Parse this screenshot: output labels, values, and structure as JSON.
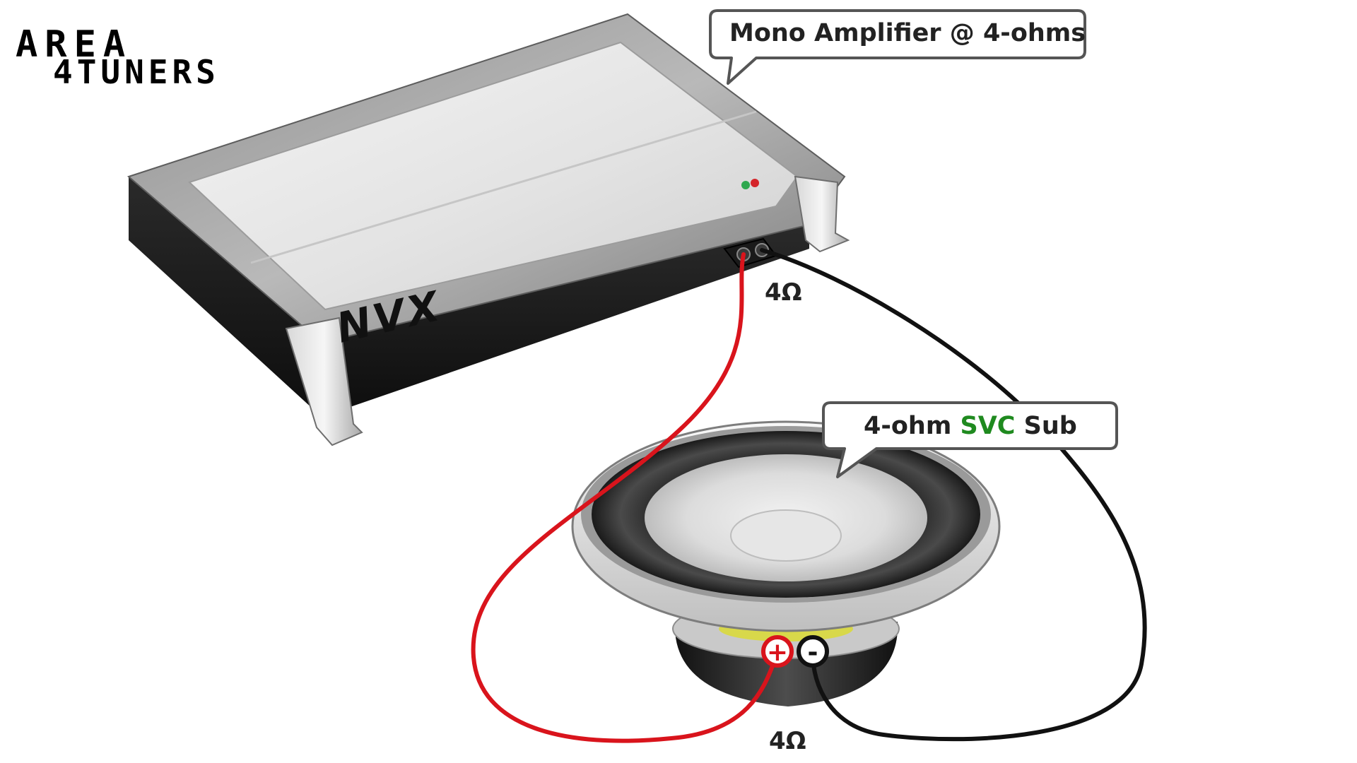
{
  "logo": {
    "line1": "AREA",
    "line2": "4TUNERS"
  },
  "amplifier": {
    "brand": "NVX",
    "callout": "Mono Amplifier @ 4-ohms",
    "impedance_label": "4Ω"
  },
  "subwoofer": {
    "callout_prefix": "4-ohm ",
    "callout_highlight": "SVC",
    "callout_suffix": " Sub",
    "impedance_label": "4Ω",
    "positive_terminal": "+",
    "negative_terminal": "-"
  },
  "colors": {
    "positive_wire": "#d9141c",
    "negative_wire": "#111111",
    "svc_highlight": "#1f8a1f",
    "callout_border": "#555555",
    "led_green": "#2fa84f",
    "led_red": "#d4242a"
  }
}
